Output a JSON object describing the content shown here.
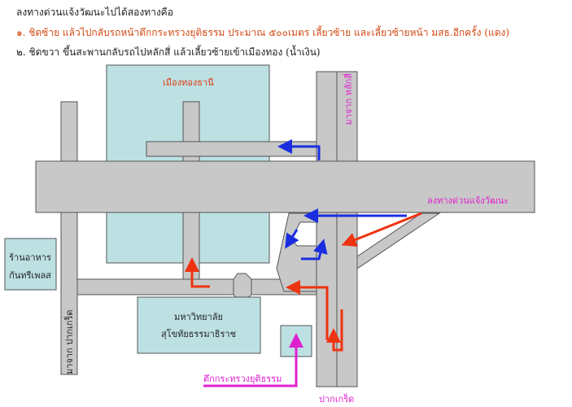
{
  "header": "ลงทางด่วนแจ้งวัฒนะไปได้สองทางคือ",
  "directions": [
    "๑.  ชิดซ้าย แล้วไปกลับรถหน้าตึกกระทรวงยุติธรรม ประมาณ ๕๐๐เมตร เลี้ยวซ้าย และเลี้ยวซ้ายหน้า มสธ.อีกครั้ง (แดง)",
    "๒.  ชิดขวา ขึ้นสะพานกลับรถไปหลักสี่ แล้วเลี้ยวซ้ายเข้าเมืองทอง (น้ำเงิน)"
  ],
  "labels": {
    "muang_thong": "เมืองทองธานี",
    "from_laksi": "มาจาก หลักสี่",
    "expressway_exit": "ลงทางด่วนแจ้งวัฒนะ",
    "restaurant_1": "ร้านอาหาร",
    "restaurant_2": "กันทรีเพลส",
    "from_pakkret": "มาจาก ปากเกร็ด",
    "university_1": "มหาวิทยาลัย",
    "university_2": "สุโขทัยธรรมาธิราช",
    "ministry": "ตึกกระทรวงยุติธรรม",
    "pakkret": "ปากเกร็ด"
  },
  "colors": {
    "red_route": "#ee3311",
    "blue_route": "#1a2ee0",
    "label": "#e020d0",
    "orange_label": "#e03a10"
  }
}
